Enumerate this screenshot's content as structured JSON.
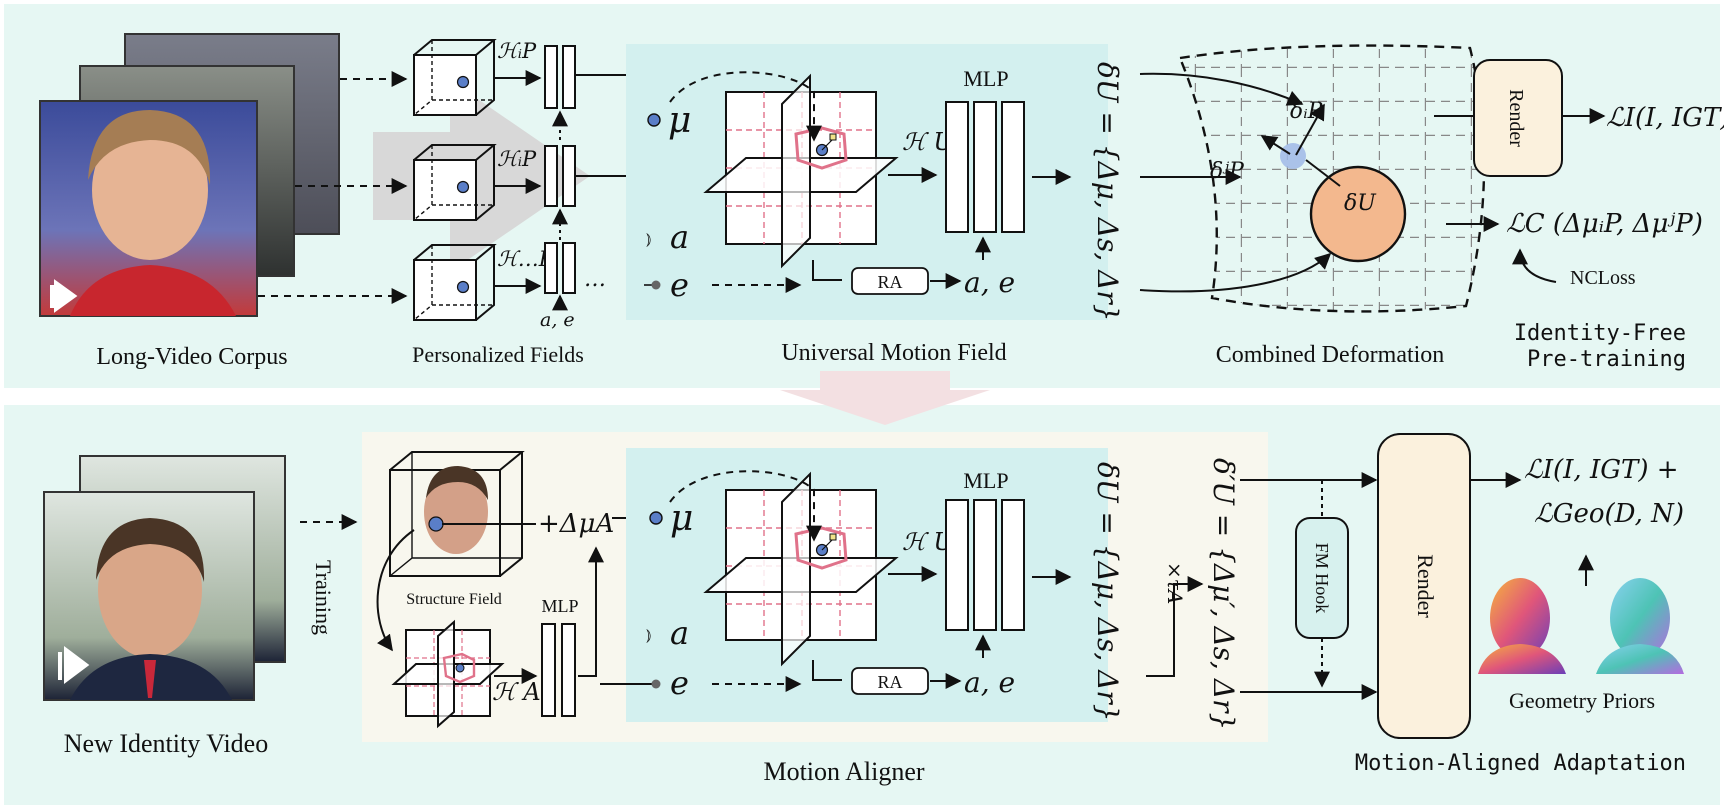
{
  "top": {
    "labels": {
      "corpus": "Long-Video Corpus",
      "personalized": "Personalized Fields",
      "umf": "Universal Motion Field",
      "combined": "Combined Deformation",
      "stage_line1": "Identity-Free",
      "stage_line2": "Pre-training"
    },
    "field_labels": [
      "ℋᵢP",
      "ℋᵢP",
      "ℋ…P"
    ],
    "input_ae": "a, e",
    "dots": "…",
    "mu": "μ",
    "a": "a",
    "e": "e",
    "hu": "ℋ U",
    "mlp": "MLP",
    "ra": "RA",
    "ae_out": "a, e",
    "delta_eq": "δU = {Δμ, Δs, Δr}",
    "delta_pi": "δᵢP",
    "delta_pj": "δʲP",
    "delta_u": "δU",
    "render": "Render",
    "loss_i": "ℒI(I, IGT)",
    "loss_c": "ℒC (ΔμᵢP, ΔμʲP)",
    "ncloss": "NCLoss"
  },
  "bottom": {
    "labels": {
      "new_identity": "New Identity Video",
      "training": "Training",
      "structure_field": "Structure Field",
      "motion_aligner": "Motion Aligner",
      "geometry": "Geometry Priors",
      "stage": "Motion-Aligned Adaptation"
    },
    "plus_mu": "+ΔμA",
    "mlp_small": "MLP",
    "ha": "ℋ A",
    "mu": "μ",
    "a": "a",
    "e": "e",
    "hu": "ℋ U",
    "mlp": "MLP",
    "ra": "RA",
    "ae_out": "a, e",
    "delta_eq": "δU = {Δμ, Δs, Δr}",
    "tau": "×τA",
    "delta_prime_eq": "δ′U = {Δμ′, Δs, Δr}",
    "fm_hook": "FM Hook",
    "render": "Render",
    "loss_line1": "ℒI(I, IGT) +",
    "loss_line2": "ℒGeo(D, N)"
  },
  "colors": {
    "panel_bg": "#e6f7f3",
    "umf_bg": "#d3f0ef",
    "aligner_bg": "#f8f7ee",
    "render_fill": "#fbf1dd",
    "fm_fill": "#d7f1ee",
    "pink_grid": "#e0728a",
    "deform_blob": "#f3b88e",
    "big_arrow": "#d8d8d8",
    "down_arrow": "#f3e0e2"
  },
  "icons": {
    "audio": "audio-wave-icon",
    "expression": "expression-dot-icon",
    "play": "play-icon"
  }
}
